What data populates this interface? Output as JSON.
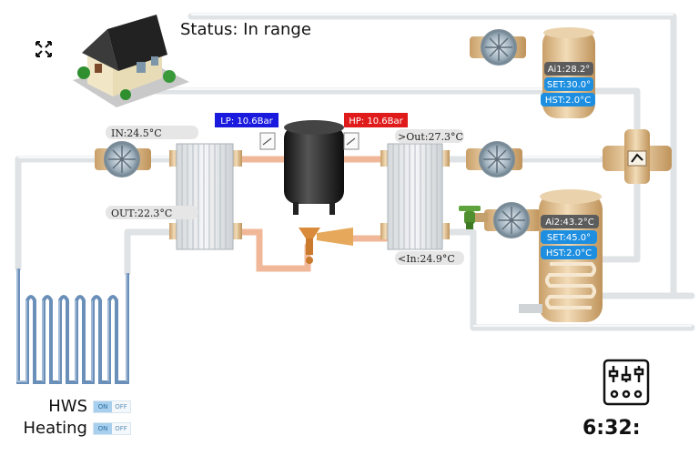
{
  "status": {
    "text": "Status: In range"
  },
  "pressures": {
    "lp": "LP: 10.6Bar",
    "hp": "HP: 10.6Bar"
  },
  "temps": {
    "in_left": "IN:24.5°C",
    "out_left": "OUT:22.3°C",
    "out_right": ">Out:27.3°C",
    "in_right": "<In:24.9°C"
  },
  "tank_top": {
    "ai": "Ai1:28.2°",
    "set": "SET:30.0°",
    "hst": "HST:2.0°C"
  },
  "tank_bottom": {
    "ai": "Ai2:43.2°C",
    "set": "SET:45.0°",
    "hst": "HST:2.0°C"
  },
  "legend": [
    {
      "label": "HWS",
      "on": "ON",
      "off": "OFF"
    },
    {
      "label": "Heating",
      "on": "ON",
      "off": "OFF"
    }
  ],
  "clock": "6:32:",
  "colors": {
    "lp": "#1a1adf",
    "hp": "#e01b1b",
    "pill": "#1e8fe0",
    "gray_pill": "#5c5c5c",
    "pipe": "#e6e9eb",
    "brass": "#d9b98a"
  },
  "icons": [
    "expand-icon",
    "house-icon",
    "mixer-settings-icon",
    "faucet-icon"
  ]
}
